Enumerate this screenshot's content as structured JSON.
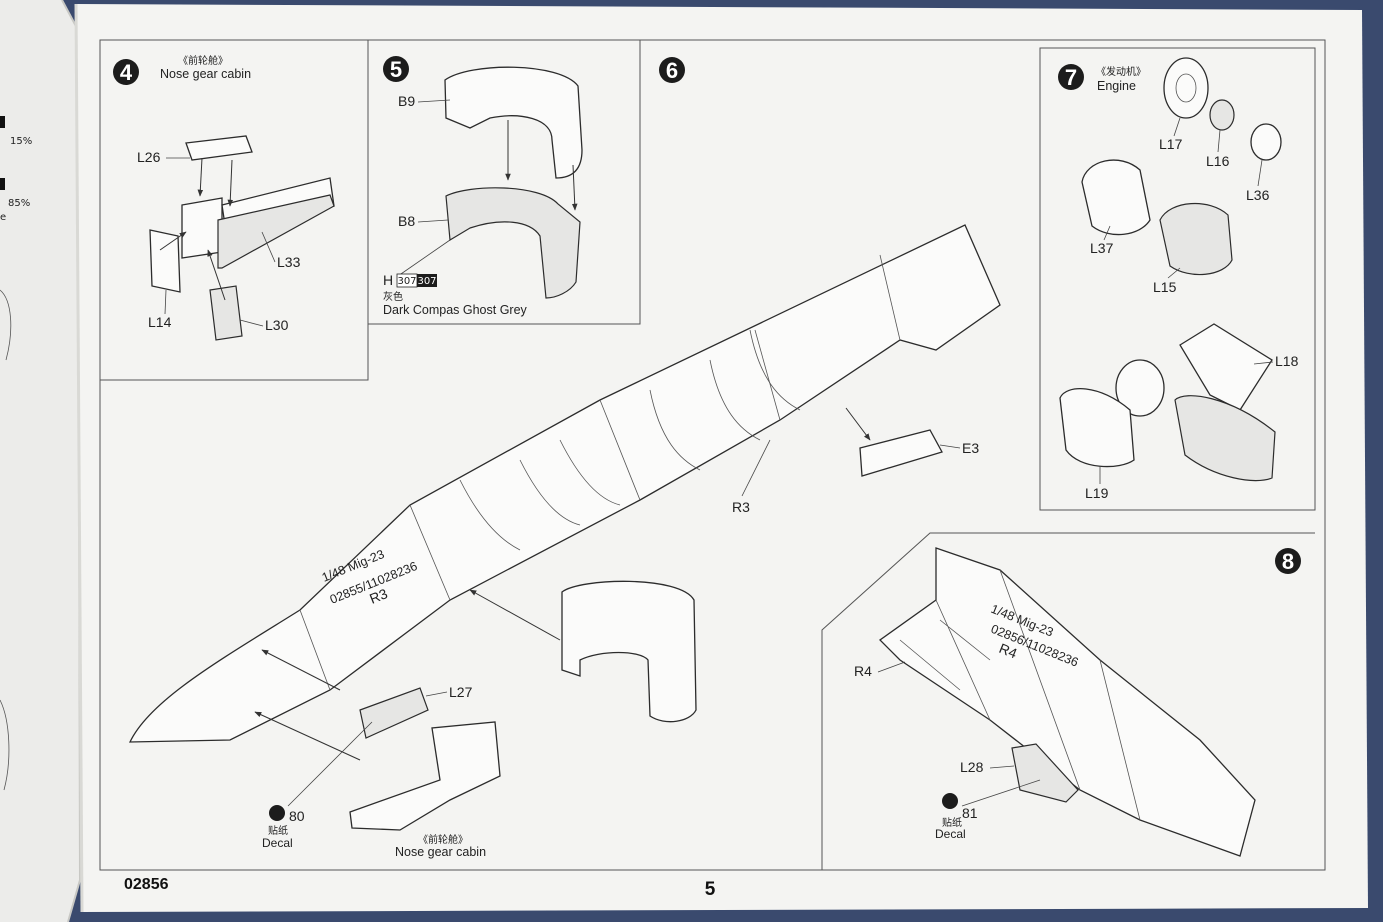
{
  "document": {
    "model_code": "02856",
    "page_number": "5"
  },
  "left_page_edge": {
    "pct_top": "15%",
    "pct_bottom": "85%",
    "letter": "e"
  },
  "steps": [
    {
      "number": "4",
      "title_cn": "《前轮舱》",
      "title_en": "Nose gear cabin",
      "parts": [
        "L26",
        "L33",
        "L14",
        "L30"
      ]
    },
    {
      "number": "5",
      "parts": [
        "B9",
        "B8"
      ],
      "paint": {
        "prefix": "H",
        "code_light": "307",
        "code_dark": "307",
        "name_cn": "灰色",
        "name_en": "Dark Compas Ghost Grey"
      }
    },
    {
      "number": "6",
      "parts": [
        "E3",
        "R3",
        "L27"
      ],
      "decal": {
        "number": "80",
        "label_cn": "贴纸",
        "label_en": "Decal"
      },
      "sub_cn": "《前轮舱》",
      "sub_en": "Nose gear cabin",
      "fuselage_text": [
        "1/48 Mig-23",
        "02855/11028236",
        "R3"
      ]
    },
    {
      "number": "7",
      "title_cn": "《发动机》",
      "title_en": "Engine",
      "parts": [
        "L17",
        "L16",
        "L36",
        "L37",
        "L15",
        "L18",
        "L19"
      ]
    },
    {
      "number": "8",
      "parts": [
        "R4",
        "L28"
      ],
      "decal": {
        "number": "81",
        "label_cn": "贴纸",
        "label_en": "Decal"
      },
      "fuselage_text": [
        "1/48 Mig-23",
        "02856/11028236",
        "R4"
      ]
    }
  ],
  "colors": {
    "paper": "#f4f4f2",
    "step_badge": "#1c1c1c",
    "paint_chip_dark": "#1c1c1c",
    "background": "#3a4a6e"
  }
}
